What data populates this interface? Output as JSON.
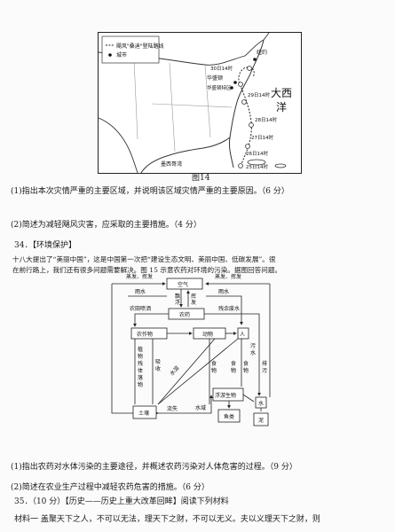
{
  "map": {
    "legend_line": "飓风\"桑迪\"登陆路线",
    "legend_city": "城市",
    "ocean": [
      "大",
      "西",
      "洋"
    ],
    "gulf": "墨西哥湾",
    "cities": [
      "纽约",
      "华盛顿",
      "华盛顿特区"
    ],
    "times": [
      "30日14时",
      "29日14时",
      "28日14时",
      "27日14时",
      "26日14时",
      "25日14时"
    ],
    "caption": "图14"
  },
  "q33": {
    "part1": "(1)指出本次灾情严重的主要区域，并说明该区域灾情严重的主要原因。（6 分）",
    "part2": "(2)简述为减轻飓风灾害，应采取的主要措施。（4 分）"
  },
  "q34": {
    "header": "34．【环境保护】",
    "para_line1": "十八大提出了“美丽中国”，这是中国第一次把“建设生态文明、美丽中国、低碳发展”。很",
    "para_line2": "在前行路上，我们还有很多问题需要解决。图 15 示意农药对环境的污染。据图回答问题。",
    "flow": {
      "top_left": "蒸发、挥发",
      "top_right": "蒸发、挥发",
      "air": "空气",
      "rain_left": "雨水",
      "piao": [
        "飘",
        "浮"
      ],
      "hui": [
        "挥",
        "发"
      ],
      "rain_right": "雨水",
      "spray": "农田喷洒",
      "pesticide": "农药",
      "residue": "残余废水",
      "crops": "农作物",
      "animals": "动物",
      "people": "人",
      "plant_litter": [
        "植",
        "物",
        "残",
        "体",
        "落",
        "物"
      ],
      "absorb": [
        "吸",
        "收"
      ],
      "food_a": [
        "食",
        "物"
      ],
      "food_b": [
        "食",
        "物"
      ],
      "food_c": [
        "食",
        "物"
      ],
      "wuran": [
        "污",
        "水"
      ],
      "paiwu": [
        "排",
        "污"
      ],
      "loss": "流失",
      "soil": "土壤",
      "plankton": "浮游生物",
      "water": "水域",
      "fish": "鱼类",
      "sediment": "泥",
      "shui": "水",
      "diag": "水溶"
    },
    "part1": "(1)指出农药对水体污染的主要途径，并概述农药污染对人体危害的过程。（9 分）",
    "part2": "(2)简述在农业生产过程中减轻农药危害的措施。（6 分）"
  },
  "q35": {
    "header": "35．（10 分）【历史——历史上重大改革回眸】阅读下列材料",
    "material": "材料一    盖聚天下之人，不可以无法，理天下之财，不可以无义。夫以义理天下之财，则"
  }
}
